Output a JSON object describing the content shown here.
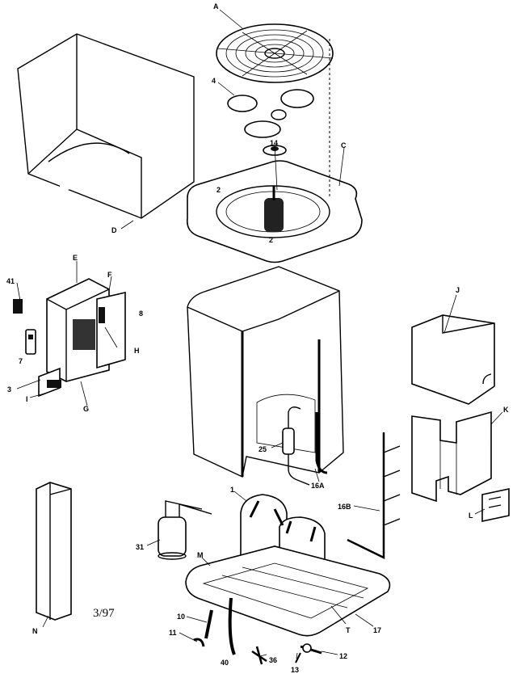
{
  "labels": {
    "A": "A",
    "p4": "4",
    "p14": "14",
    "C": "C",
    "p2a": "2",
    "p2b": "2",
    "D": "D",
    "E": "E",
    "F": "F",
    "p8": "8",
    "p41": "41",
    "p7": "7",
    "H": "H",
    "p3": "3",
    "I": "I",
    "G": "G",
    "J": "J",
    "K": "K",
    "p25": "25",
    "p16A": "16A",
    "p16B": "16B",
    "L": "L",
    "p1": "1",
    "p31": "31",
    "M": "M",
    "N": "N",
    "p10": "10",
    "p11": "11",
    "p40": "40",
    "p36": "36",
    "p12": "12",
    "p13": "13",
    "T": "T",
    "p17": "17"
  },
  "date_code": "3/97"
}
